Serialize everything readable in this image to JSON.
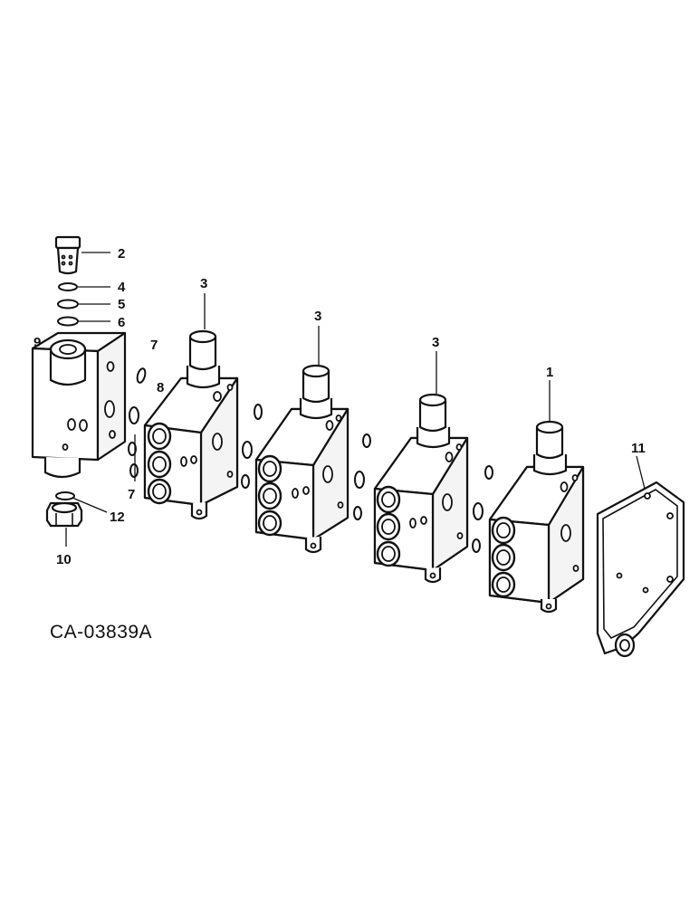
{
  "figure_code": "CA-03839A",
  "callouts": {
    "c1": "1",
    "c2": "2",
    "c3a": "3",
    "c3b": "3",
    "c3c": "3",
    "c4": "4",
    "c5": "5",
    "c6": "6",
    "c7a": "7",
    "c7b": "7",
    "c8": "8",
    "c9": "9",
    "c10": "10",
    "c11": "11",
    "c12": "12"
  }
}
